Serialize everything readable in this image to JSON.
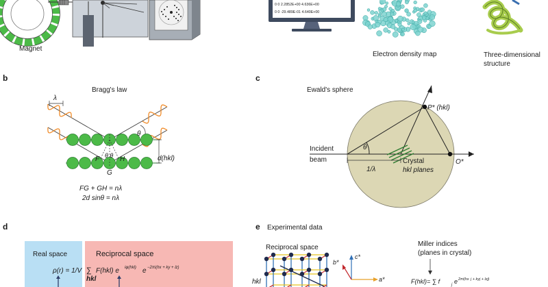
{
  "colors": {
    "orange": "#f08c2a",
    "green": "#4cba48",
    "green_dark": "#2a7a2f",
    "ewald_fill": "#dcd7b4",
    "real_space": "#b9dff4",
    "reciprocal_space": "#f7b8b4",
    "density": "#7ed3d0",
    "monitor": "#3e4a5e",
    "lattice_red": "#c2282d",
    "lattice_blue": "#2f6fb5",
    "lattice_yellow": "#e8c31f",
    "ribbon": "#a8cc4d"
  },
  "top": {
    "magnet_label": "Magnet",
    "monitor_lines": [
      "0  0  2.2852E+00   4.636E+00",
      "0  0 -29.489E-01  4.640E+00"
    ],
    "density_label": "Electron density map",
    "structure_label_1": "Three-dimensional",
    "structure_label_2": "structure"
  },
  "panel_b": {
    "letter": "b",
    "title": "Bragg's law",
    "lambda": "λ",
    "theta": "θ",
    "theta_pair": "θ θ",
    "F": "F",
    "G": "G",
    "H": "H",
    "dhkl": "d(hkl)",
    "eq1": "FG + GH = nλ",
    "eq2": "2d sinθ = nλ"
  },
  "panel_c": {
    "letter": "c",
    "title": "Ewald's sphere",
    "P_label": "P* (hkl)",
    "theta": "θ",
    "incident_1": "Incident",
    "incident_2": "beam",
    "crystal_1": "Crystal",
    "crystal_2": "hkl planes",
    "inv_lambda": "1/λ",
    "O_label": "O*"
  },
  "panel_d": {
    "letter": "d",
    "real_space": "Real space",
    "reciprocal_space": "Reciprocal space",
    "rho": "ρ(r) = 1/V",
    "sum": "∑",
    "F_hkl": "F(hkl) e",
    "phase_exp": "iφ(hkl)",
    "e_char": "e",
    "exp2": "−2πi(hx + ky + lz)",
    "hkl": "hkl"
  },
  "panel_e": {
    "letter": "e",
    "title": "Experimental data",
    "reciprocal_space": "Reciprocal space",
    "hkl": "hkl",
    "b_star": "b*",
    "c_star": "c*",
    "a_star": "a*",
    "miller_1": "Miller indices",
    "miller_2": "(planes in crystal)",
    "F_eq": "F(hkl)= ∑ f",
    "f_sub": "j",
    "e_exp": "2πi(hx",
    "exp_tail": "j + kyj + lzj)"
  }
}
